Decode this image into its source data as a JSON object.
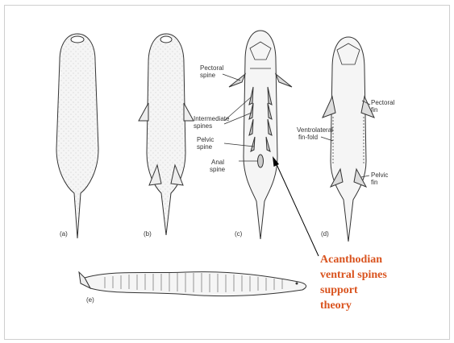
{
  "figure": {
    "panel_labels": [
      "(a)",
      "(b)",
      "(c)",
      "(d)",
      "(e)"
    ],
    "labels": {
      "pectoral_spine": [
        "Pectoral",
        "spine"
      ],
      "intermediate_spines": [
        "Intermediate",
        "spines"
      ],
      "pelvic_spine": [
        "Pelvic",
        "spine"
      ],
      "anal_spine": [
        "Anal",
        "spine"
      ],
      "ventrolateral_fin_fold": [
        "Ventrolateral",
        "fin-fold"
      ],
      "pectoral_fin": [
        "Pectoral",
        "fin"
      ],
      "pelvic_fin": [
        "Pelvic",
        "fin"
      ]
    }
  },
  "caption": {
    "lines": [
      "Acanthodian",
      "ventral spines",
      "support",
      "theory"
    ],
    "color": "#d9531e"
  },
  "colors": {
    "ink": "#333333",
    "fill": "#f3f3f3"
  }
}
